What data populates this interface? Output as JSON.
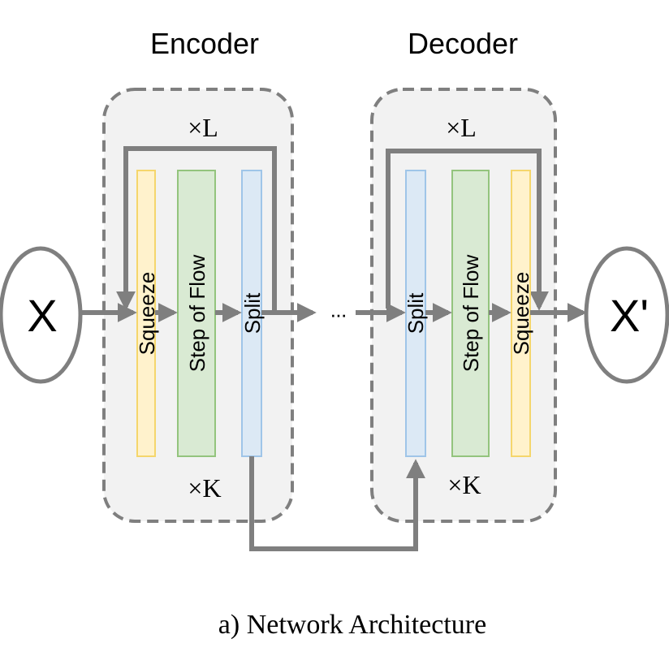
{
  "encoder": {
    "title": "Encoder",
    "outer_repeat": "×L",
    "inner_repeat": "×K",
    "blocks": [
      "Squeeze",
      "Step of Flow",
      "Split"
    ]
  },
  "decoder": {
    "title": "Decoder",
    "outer_repeat": "×L",
    "inner_repeat": "×K",
    "blocks": [
      "Split",
      "Step of Flow",
      "Squeeze"
    ]
  },
  "input_node": "X",
  "output_node": "X'",
  "ellipsis": "···",
  "caption": "a) Network Architecture",
  "colors": {
    "squeeze_fill": "#fff2cc",
    "squeeze_stroke": "#f5d66c",
    "flow_fill": "#d9ead3",
    "flow_stroke": "#93c47d",
    "split_fill": "#dce9f5",
    "split_stroke": "#9fc5e8",
    "panel_fill": "#f2f2f2",
    "line": "#7f7f7f"
  }
}
